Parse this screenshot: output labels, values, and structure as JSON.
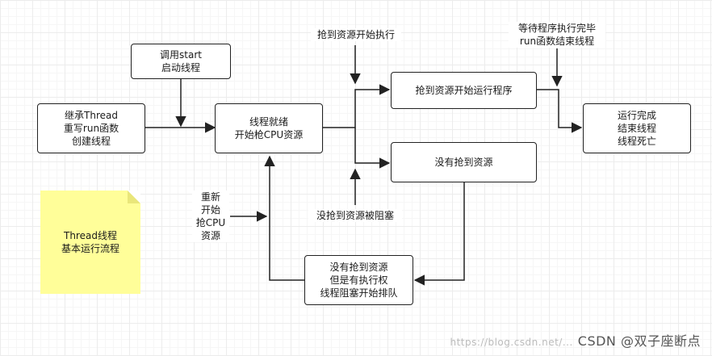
{
  "nodes": {
    "inherit": "继承Thread\n重写run函数\n创建线程",
    "call_start": "调用start\n启动线程",
    "ready": "线程就绪\n开始枪CPU资源",
    "run_program": "抢到资源开始运行程序",
    "no_resource": "没有抢到资源",
    "done": "运行完成\n结束线程\n线程死亡",
    "queue": "没有抢到资源\n但是有执行权\n线程阻塞开始排队"
  },
  "labels": {
    "grab_exec": "抢到资源开始执行",
    "wait_finish": "等待程序执行完毕\nrun函数结束线程",
    "blocked": "没抢到资源被阻塞",
    "retry": "重新\n开始\n抢CPU\n资源"
  },
  "note": {
    "text": "Thread线程\n基本运行流程"
  },
  "watermark": {
    "url": "https://blog.csdn.net/...",
    "text": "CSDN @双子座断点"
  }
}
